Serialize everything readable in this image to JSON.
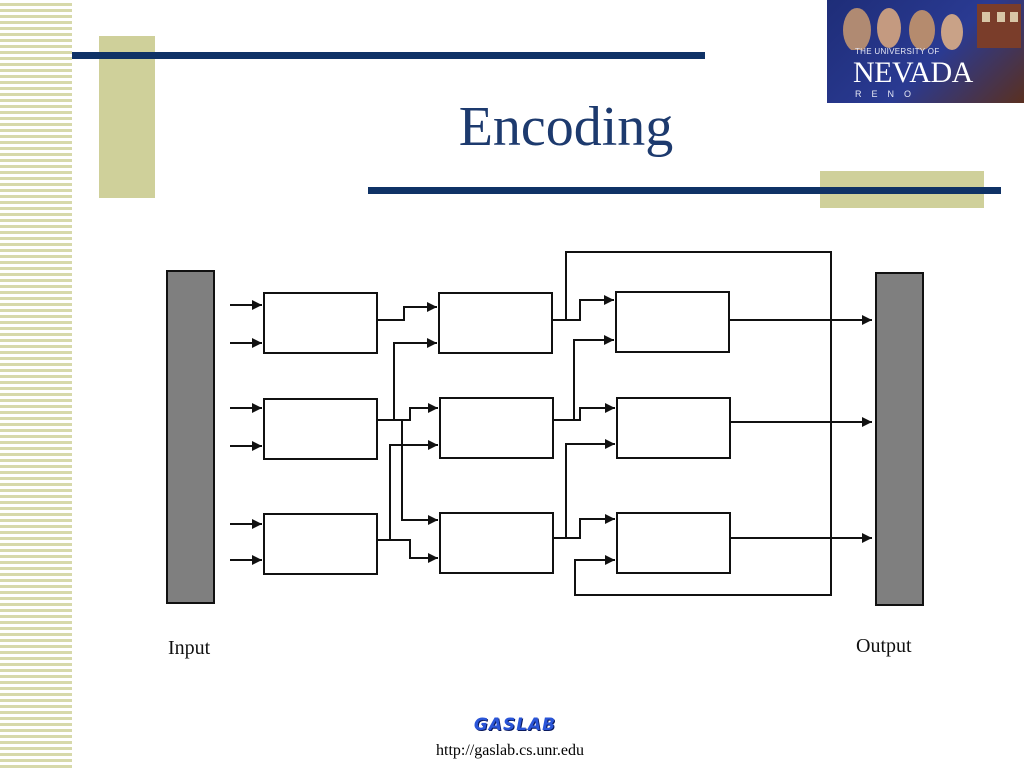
{
  "slide": {
    "title": "Encoding",
    "logo": {
      "small_text": "THE UNIVERSITY OF",
      "main_text": "NEVADA",
      "sub_text": "RENO"
    },
    "footer": {
      "logo_text": "GASLAB",
      "url": "http://gaslab.cs.unr.edu"
    }
  },
  "diagram": {
    "input_label": "Input",
    "output_label": "Output"
  },
  "colors": {
    "navy": "#0f3266",
    "tan": "#cfd09a",
    "bar_gray": "#7f7f7f"
  }
}
